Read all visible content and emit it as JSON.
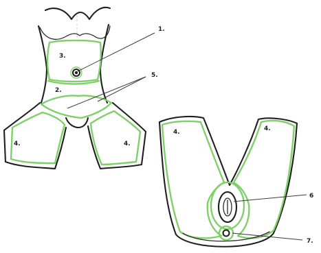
{
  "colors": {
    "ink": "#1f1f1f",
    "zone_outline": "#7fd06a",
    "background": "#ffffff"
  },
  "front_view": {
    "labels": {
      "label_1": "1.",
      "label_3": "3.",
      "label_2": "2.",
      "label_5": "5.",
      "label_4_left": "4.",
      "label_4_right": "4."
    }
  },
  "rear_view": {
    "labels": {
      "label_4_left": "4.",
      "label_4_right": "4.",
      "label_6": "6",
      "label_7": "7."
    }
  }
}
